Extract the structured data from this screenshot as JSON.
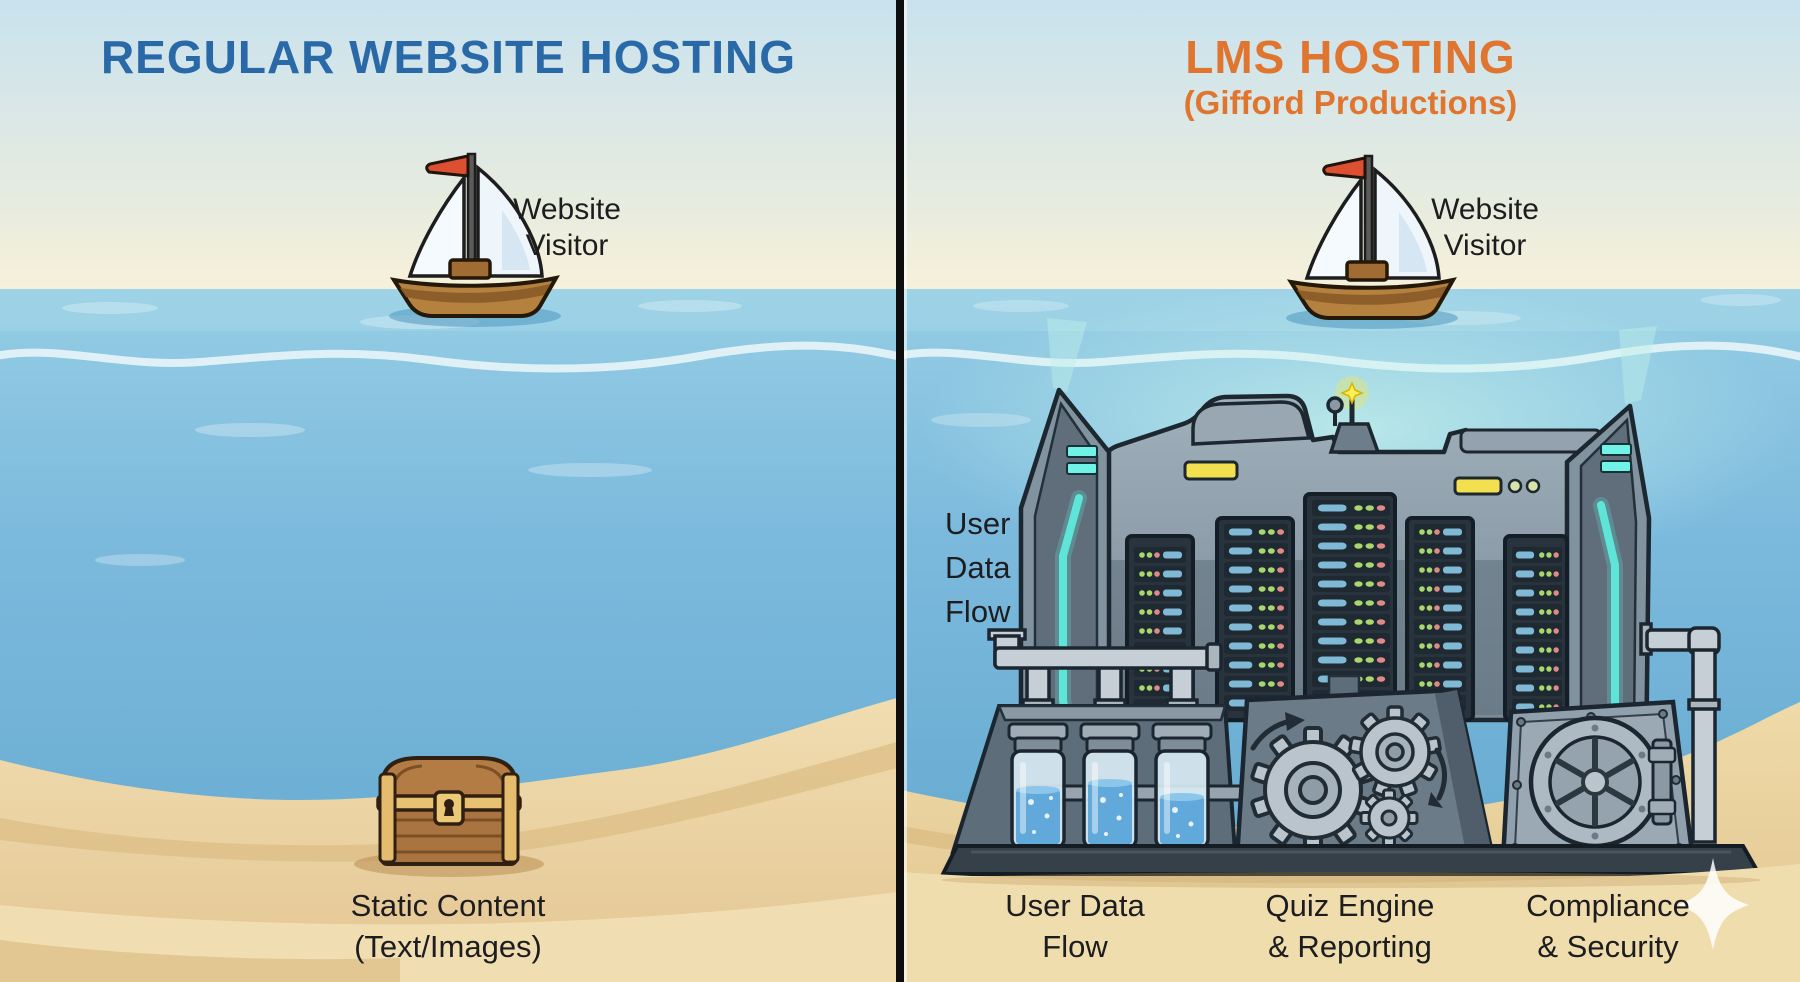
{
  "page": {
    "type": "comparison-illustration",
    "description": "Regular website hosting vs LMS hosting underwater iceberg-style comparison"
  },
  "left_panel": {
    "title": "REGULAR WEBSITE HOSTING",
    "title_color": "#2a69a8",
    "boat_label": "Website\nVisitor",
    "bottom_label": "Static Content\n(Text/Images)"
  },
  "right_panel": {
    "title": "LMS HOSTING",
    "subtitle": "(Gifford Productions)",
    "title_color": "#e0752f",
    "boat_label": "Website\nVisitor",
    "side_label": "User\nData\nFlow",
    "bottom_labels": [
      "User Data\nFlow",
      "Quiz Engine\n& Reporting",
      "Compliance\n& Security"
    ]
  },
  "icons": {
    "sailboat": "sailboat-icon",
    "flag": "red-flag-icon",
    "treasure_chest": "treasure-chest-icon",
    "server_rack": "server-rack-icon",
    "gears": "gear-icon",
    "vault": "vault-door-icon",
    "test_tubes": "test-tube-icon",
    "pipes": "pipe-icon",
    "antenna": "antenna-icon",
    "sparkle": "sparkle-icon"
  },
  "colors": {
    "sky_top": "#cfe5f0",
    "sky_horizon": "#f6f1dc",
    "water_light": "#95cde4",
    "water_deep": "#64a9cf",
    "sand": "#ecd7a6",
    "machine_gray": "#8494a1",
    "glow_cyan": "#5fe9dc",
    "led_green": "#a9d66d",
    "led_red": "#e08a85",
    "indicator_yellow": "#f2e04e",
    "title_blue": "#2a69a8",
    "title_orange": "#e0752f",
    "divider_black": "#0e0e0e"
  }
}
